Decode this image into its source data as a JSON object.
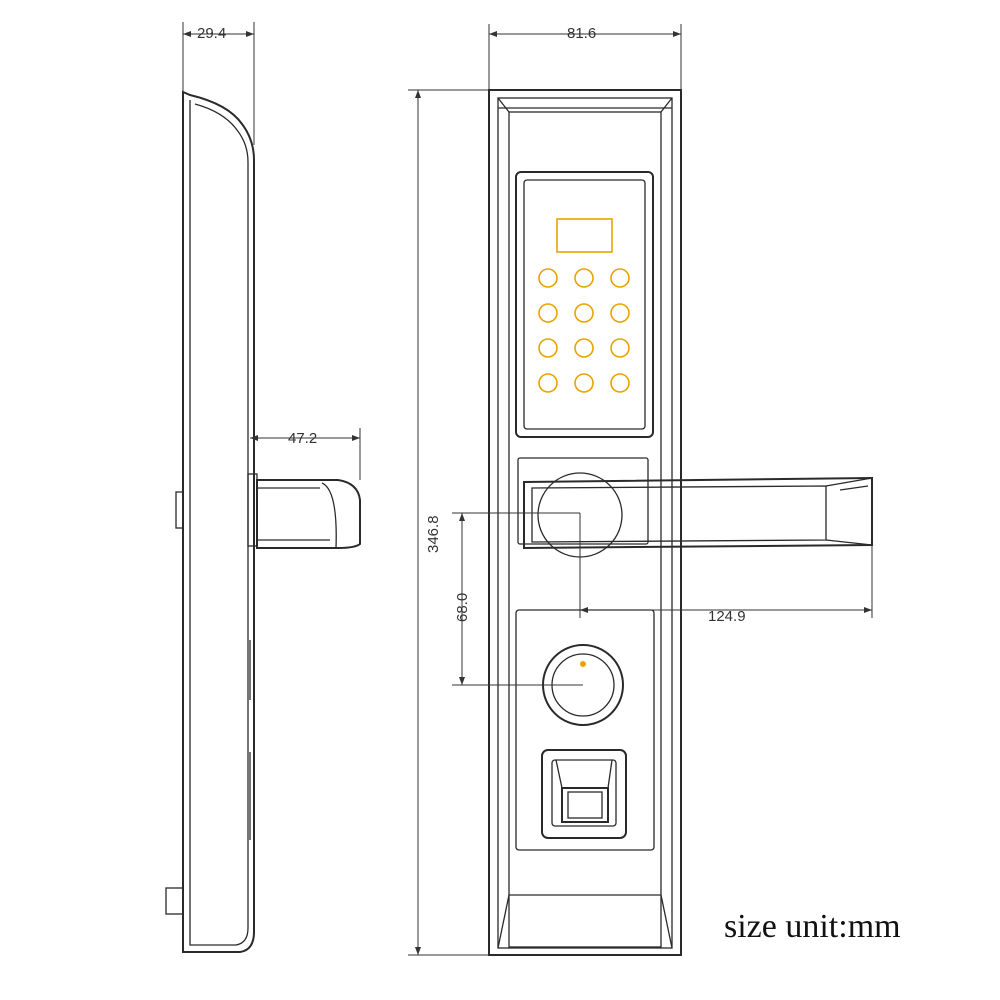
{
  "dimensions": {
    "side_depth": "29.4",
    "front_width": "81.6",
    "handle_projection": "47.2",
    "total_height": "346.8",
    "handle_to_keyhole": "68.0",
    "handle_length": "124.9"
  },
  "unit_note": "size unit:mm",
  "colors": {
    "outline": "#2a2a2a",
    "keypad_accent": "#e8a300",
    "background": "#ffffff"
  },
  "keypad": {
    "rows": 4,
    "columns": 3
  }
}
